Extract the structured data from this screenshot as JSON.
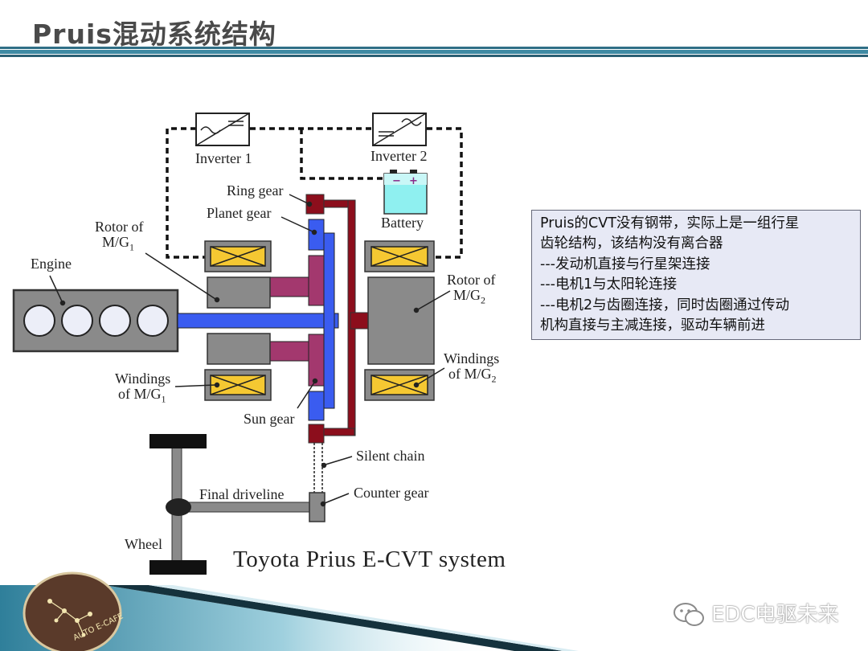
{
  "slide": {
    "title": "Pruis混动系统结构"
  },
  "diagram": {
    "labels": {
      "inverter1": "Inverter 1",
      "inverter2": "Inverter 2",
      "battery": "Battery",
      "ring_gear": "Ring gear",
      "planet_gear": "Planet gear",
      "rotor_mg1_line1": "Rotor of",
      "rotor_mg1_line2": "M/G",
      "rotor_mg1_sub": "1",
      "engine": "Engine",
      "rotor_mg2_line1": "Rotor of",
      "rotor_mg2_line2": "M/G",
      "rotor_mg2_sub": "2",
      "windings_mg2_line1": "Windings",
      "windings_mg2_line2": "of M/G",
      "windings_mg2_sub": "2",
      "windings_mg1_line1": "Windings",
      "windings_mg1_line2": "of M/G",
      "windings_mg1_sub": "1",
      "sun_gear": "Sun gear",
      "silent_chain": "Silent chain",
      "final_driveline": "Final driveline",
      "counter_gear": "Counter gear",
      "wheel": "Wheel"
    },
    "caption": "Toyota Prius E-CVT system",
    "colors": {
      "shaft_blue": "#3a5cf0",
      "ring_red": "#8c0e1c",
      "planet_purple": "#a3386e",
      "winding_yellow": "#f5c832",
      "gray_part": "#8a8a8a",
      "battery_cyan": "#8ff0f0"
    }
  },
  "note": {
    "lines": [
      "Pruis的CVT没有钢带，实际上是一组行星",
      "齿轮结构，该结构没有离合器",
      "---发动机直接与行星架连接",
      "---电机1与太阳轮连接",
      "---电机2与齿圈连接，同时齿圈通过传动",
      "机构直接与主减连接，驱动车辆前进"
    ]
  },
  "watermark": {
    "text": "EDC电驱未来",
    "icon": "wechat-icon"
  },
  "logo": {
    "text": "AUTO E-CAFE"
  }
}
